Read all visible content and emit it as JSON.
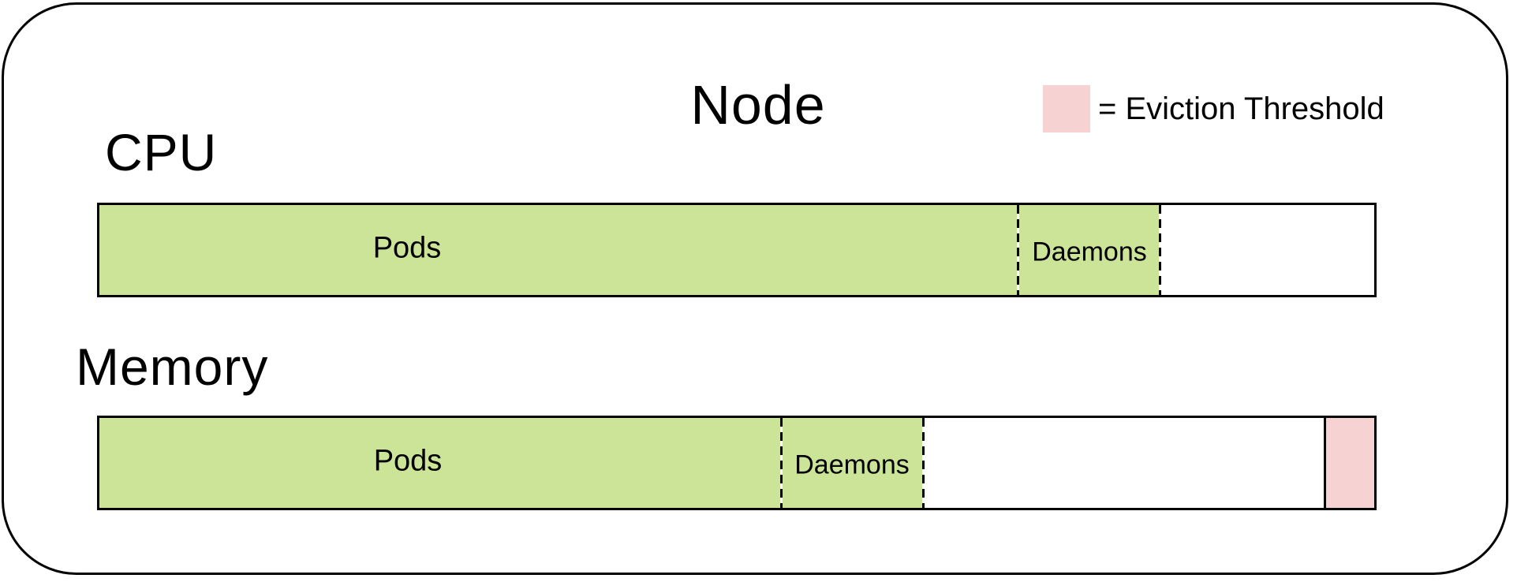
{
  "diagram": {
    "title": "Node",
    "legend": {
      "label": "= Eviction Threshold",
      "swatch_color": "#f7d2d2"
    },
    "colors": {
      "allocated_green": "#cbe498",
      "eviction_pink": "#f7d2d2",
      "border_black": "#000000",
      "background": "#ffffff"
    },
    "resources": [
      {
        "name": "CPU",
        "segments": [
          {
            "label": "Pods",
            "type": "allocated",
            "fraction": 0.72
          },
          {
            "label": "Daemons",
            "type": "allocated",
            "fraction": 0.11
          },
          {
            "label": "",
            "type": "free",
            "fraction": 0.17
          }
        ]
      },
      {
        "name": "Memory",
        "segments": [
          {
            "label": "Pods",
            "type": "allocated",
            "fraction": 0.535
          },
          {
            "label": "Daemons",
            "type": "allocated",
            "fraction": 0.111
          },
          {
            "label": "",
            "type": "free",
            "fraction": 0.316
          },
          {
            "label": "",
            "type": "eviction_threshold",
            "fraction": 0.038
          }
        ]
      }
    ]
  }
}
